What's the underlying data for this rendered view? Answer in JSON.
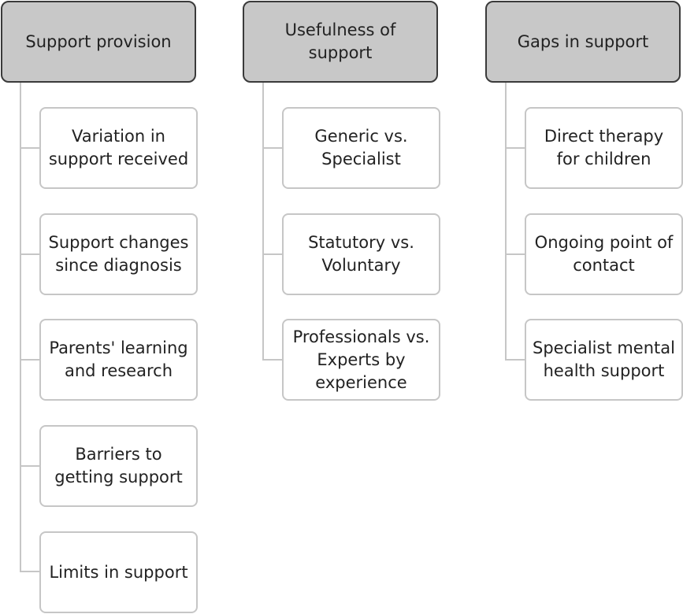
{
  "columns": [
    {
      "header": "Support provision",
      "items": [
        "Variation in\nsupport received",
        "Support changes\nsince diagnosis",
        "Parents' learning\nand research",
        "Barriers to\ngetting support",
        "Limits in support"
      ]
    },
    {
      "header": "Usefulness of\nsupport",
      "items": [
        "Generic vs.\nSpecialist",
        "Statutory vs.\nVoluntary",
        "Professionals vs.\nExperts by\nexperience"
      ]
    },
    {
      "header": "Gaps in support",
      "items": [
        "Direct therapy\nfor children",
        "Ongoing point of\ncontact",
        "Specialist mental\nhealth support"
      ]
    }
  ]
}
